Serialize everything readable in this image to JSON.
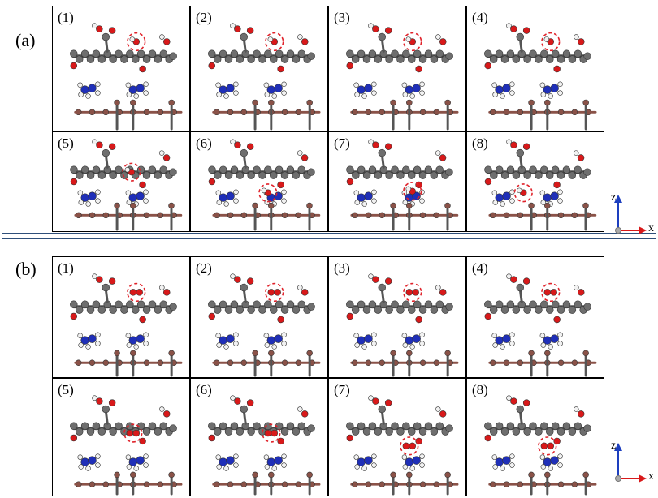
{
  "sections": [
    {
      "label": "(a)",
      "panels": [
        "(1)",
        "(2)",
        "(3)",
        "(4)",
        "(5)",
        "(6)",
        "(7)",
        "(8)"
      ],
      "axes": {
        "z": "z",
        "x": "x"
      }
    },
    {
      "label": "(b)",
      "panels": [
        "(1)",
        "(2)",
        "(3)",
        "(4)",
        "(5)",
        "(6)",
        "(7)",
        "(8)"
      ],
      "axes": {
        "z": "z",
        "x": "x"
      }
    }
  ],
  "colors": {
    "carbon": "#6e6e6e",
    "oxygen": "#d8191a",
    "hydrogen": "#f2f2f2",
    "nitrogen": "#1f2fb8",
    "metal": "#8a5248",
    "highlight": "#e0222a",
    "axis_z": "#1d3fbf",
    "axis_x": "#d8191a",
    "frame": "#2f4f7a"
  }
}
